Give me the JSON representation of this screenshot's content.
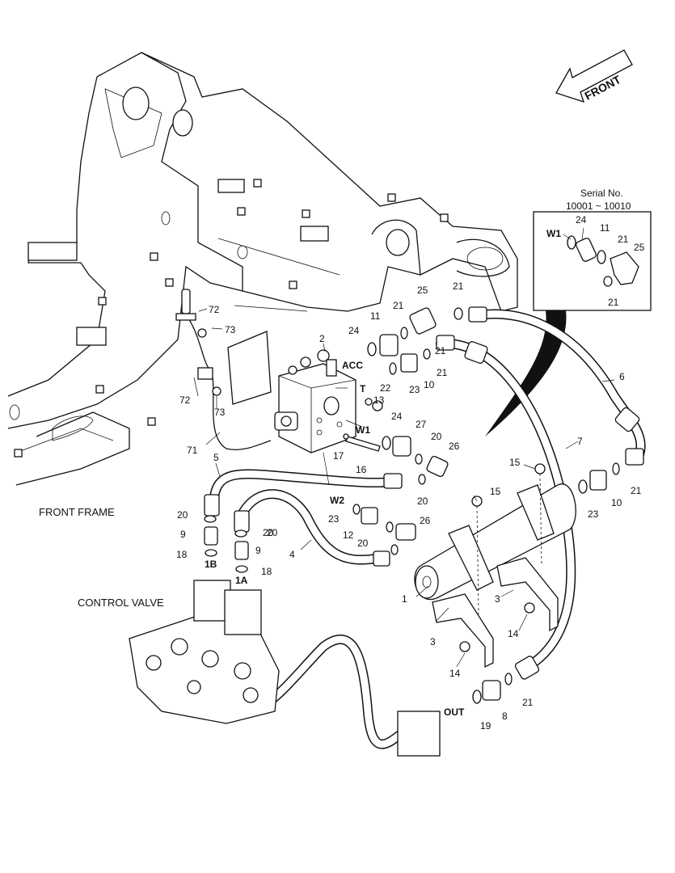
{
  "diagram": {
    "front_arrow": "FRONT",
    "captions": {
      "front_frame": "FRONT FRAME",
      "control_valve": "CONTROL VALVE"
    },
    "ports": [
      "ACC",
      "T",
      "W1",
      "W2",
      "1A",
      "1B",
      "OUT"
    ],
    "inset": {
      "serial_label": "Serial No.",
      "serial_range": "10001 ~ 10010",
      "port": "W1",
      "callouts": [
        "24",
        "11",
        "21",
        "25",
        "21"
      ]
    },
    "callouts": [
      "1",
      "2",
      "3",
      "3",
      "4",
      "5",
      "6",
      "7",
      "8",
      "9",
      "9",
      "10",
      "10",
      "11",
      "12",
      "13",
      "14",
      "14",
      "15",
      "15",
      "16",
      "17",
      "18",
      "18",
      "19",
      "20",
      "20",
      "20",
      "20",
      "20",
      "20",
      "21",
      "21",
      "21",
      "21",
      "21",
      "21",
      "22",
      "23",
      "23",
      "23",
      "24",
      "24",
      "25",
      "26",
      "26",
      "27",
      "71",
      "72",
      "72",
      "73",
      "73"
    ]
  }
}
